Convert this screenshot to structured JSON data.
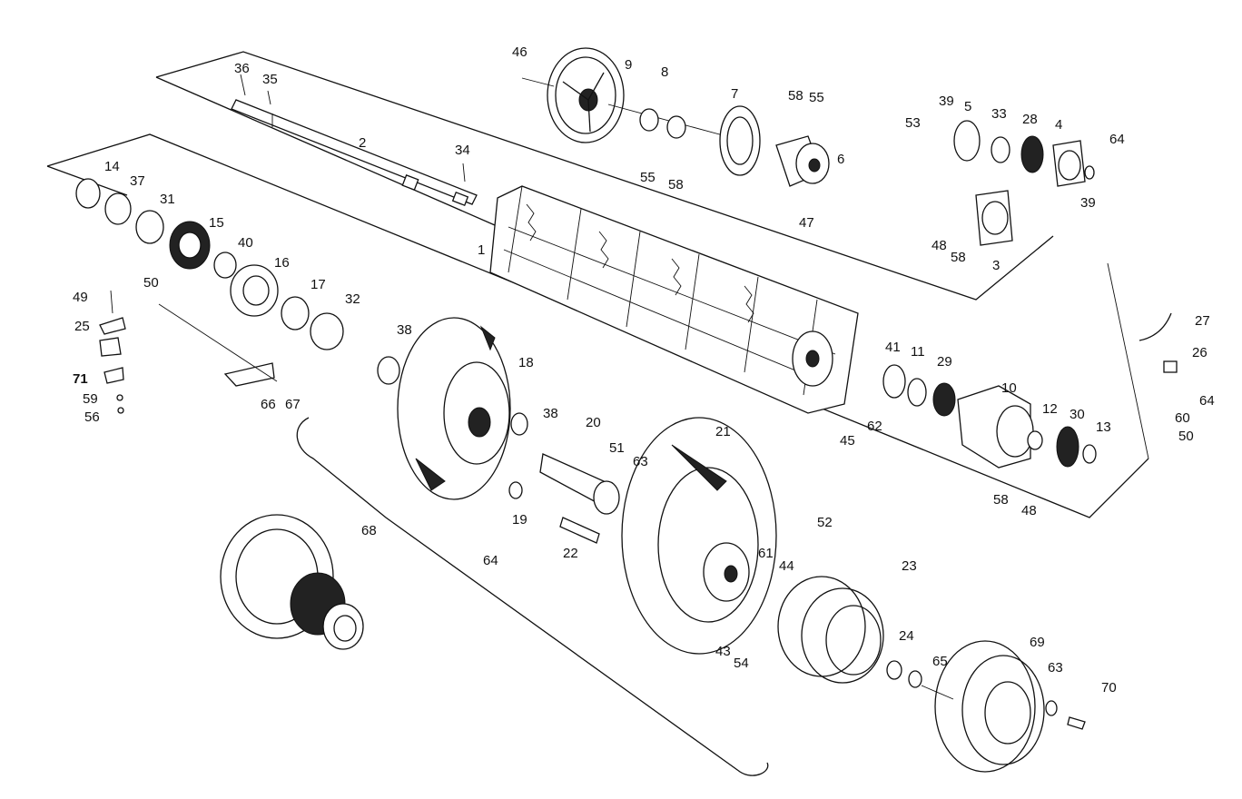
{
  "diagram": {
    "callouts": [
      {
        "id": "c1",
        "text": "1"
      },
      {
        "id": "c2",
        "text": "2"
      },
      {
        "id": "c3",
        "text": "3"
      },
      {
        "id": "c4",
        "text": "4"
      },
      {
        "id": "c5",
        "text": "5"
      },
      {
        "id": "c6",
        "text": "6"
      },
      {
        "id": "c7",
        "text": "7"
      },
      {
        "id": "c8",
        "text": "8"
      },
      {
        "id": "c9",
        "text": "9"
      },
      {
        "id": "c10",
        "text": "10"
      },
      {
        "id": "c11",
        "text": "11"
      },
      {
        "id": "c12",
        "text": "12"
      },
      {
        "id": "c13",
        "text": "13"
      },
      {
        "id": "c14",
        "text": "14"
      },
      {
        "id": "c15",
        "text": "15"
      },
      {
        "id": "c16",
        "text": "16"
      },
      {
        "id": "c17",
        "text": "17"
      },
      {
        "id": "c18",
        "text": "18"
      },
      {
        "id": "c19",
        "text": "19"
      },
      {
        "id": "c20",
        "text": "20"
      },
      {
        "id": "c21",
        "text": "21"
      },
      {
        "id": "c22",
        "text": "22"
      },
      {
        "id": "c23",
        "text": "23"
      },
      {
        "id": "c24",
        "text": "24"
      },
      {
        "id": "c25",
        "text": "25"
      },
      {
        "id": "c26",
        "text": "26"
      },
      {
        "id": "c27",
        "text": "27"
      },
      {
        "id": "c28",
        "text": "28"
      },
      {
        "id": "c29",
        "text": "29"
      },
      {
        "id": "c30",
        "text": "30"
      },
      {
        "id": "c31",
        "text": "31"
      },
      {
        "id": "c32",
        "text": "32"
      },
      {
        "id": "c33",
        "text": "33"
      },
      {
        "id": "c34",
        "text": "34"
      },
      {
        "id": "c35",
        "text": "35"
      },
      {
        "id": "c36",
        "text": "36"
      },
      {
        "id": "c37",
        "text": "37"
      },
      {
        "id": "c38a",
        "text": "38"
      },
      {
        "id": "c38b",
        "text": "38"
      },
      {
        "id": "c39a",
        "text": "39"
      },
      {
        "id": "c39b",
        "text": "39"
      },
      {
        "id": "c40",
        "text": "40"
      },
      {
        "id": "c41",
        "text": "41"
      },
      {
        "id": "c43",
        "text": "43"
      },
      {
        "id": "c44",
        "text": "44"
      },
      {
        "id": "c45",
        "text": "45"
      },
      {
        "id": "c46",
        "text": "46"
      },
      {
        "id": "c47",
        "text": "47"
      },
      {
        "id": "c48a",
        "text": "48"
      },
      {
        "id": "c48b",
        "text": "48"
      },
      {
        "id": "c49",
        "text": "49"
      },
      {
        "id": "c50a",
        "text": "50"
      },
      {
        "id": "c50b",
        "text": "50"
      },
      {
        "id": "c51",
        "text": "51"
      },
      {
        "id": "c52",
        "text": "52"
      },
      {
        "id": "c53",
        "text": "53"
      },
      {
        "id": "c54",
        "text": "54"
      },
      {
        "id": "c55a",
        "text": "55"
      },
      {
        "id": "c55b",
        "text": "55"
      },
      {
        "id": "c56",
        "text": "56"
      },
      {
        "id": "c58a",
        "text": "58"
      },
      {
        "id": "c58b",
        "text": "58"
      },
      {
        "id": "c58c",
        "text": "58"
      },
      {
        "id": "c58d",
        "text": "58"
      },
      {
        "id": "c59",
        "text": "59"
      },
      {
        "id": "c60",
        "text": "60"
      },
      {
        "id": "c61",
        "text": "61"
      },
      {
        "id": "c62",
        "text": "62"
      },
      {
        "id": "c63a",
        "text": "63"
      },
      {
        "id": "c63b",
        "text": "63"
      },
      {
        "id": "c64a",
        "text": "64"
      },
      {
        "id": "c64b",
        "text": "64"
      },
      {
        "id": "c64c",
        "text": "64"
      },
      {
        "id": "c65",
        "text": "65"
      },
      {
        "id": "c66",
        "text": "66"
      },
      {
        "id": "c67",
        "text": "67"
      },
      {
        "id": "c68",
        "text": "68"
      },
      {
        "id": "c69",
        "text": "69"
      },
      {
        "id": "c70",
        "text": "70"
      },
      {
        "id": "c71",
        "text": "71"
      }
    ]
  }
}
